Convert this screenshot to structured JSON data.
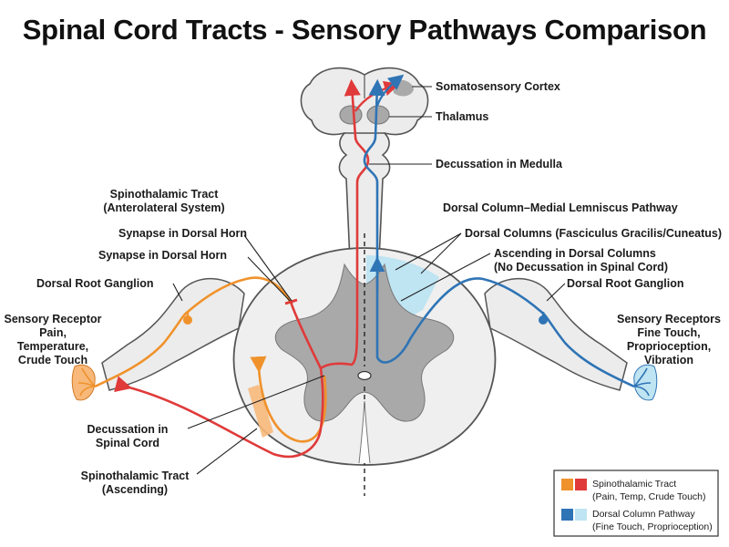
{
  "title": "Spinal Cord Tracts - Sensory Pathways Comparison",
  "labels": {
    "somatosensory_cortex": "Somatosensory Cortex",
    "thalamus": "Thalamus",
    "decussation_medulla": "Decussation in Medulla",
    "spinothalamic_title_1": "Spinothalamic Tract",
    "spinothalamic_title_2": "(Anterolateral System)",
    "dcml_title": "Dorsal Column–Medial Lemniscus Pathway",
    "synapse_1": "Synapse in Dorsal Horn",
    "synapse_2": "Synapse in Dorsal Horn",
    "dorsal_columns": "Dorsal Columns (Fasciculus Gracilis/Cuneatus)",
    "ascending_1": "Ascending in Dorsal Columns",
    "ascending_2": "(No Decussation in Spinal Cord)",
    "drg_left": "Dorsal Root Ganglion",
    "drg_right": "Dorsal Root Ganglion",
    "receptor_left_1": "Sensory Receptor",
    "receptor_left_2": "Pain,",
    "receptor_left_3": "Temperature,",
    "receptor_left_4": "Crude Touch",
    "receptor_right_1": "Sensory Receptors",
    "receptor_right_2": "Fine Touch,",
    "receptor_right_3": "Proprioception,",
    "receptor_right_4": "Vibration",
    "decussation_spinal_1": "Decussation in",
    "decussation_spinal_2": "Spinal Cord",
    "spinothalamic_asc_1": "Spinothalamic Tract",
    "spinothalamic_asc_2": "(Ascending)"
  },
  "legend": {
    "items": [
      {
        "line1": "Spinothalamic Tract",
        "line2": "(Pain, Temp, Crude Touch)",
        "color_a": "#f0922b",
        "color_b": "#e03a3a"
      },
      {
        "line1": "Dorsal Column Pathway",
        "line2": "(Fine Touch, Proprioception)",
        "color_a": "#2f74b5",
        "color_b": "#bfe4f2"
      }
    ]
  },
  "colors": {
    "orange": "#f0922b",
    "red": "#e03a3a",
    "blue": "#2f74b5",
    "light_blue": "#bfe4f2",
    "white_matter": "#efefef",
    "gray_matter": "#a9a9a9",
    "outline": "#555555"
  }
}
